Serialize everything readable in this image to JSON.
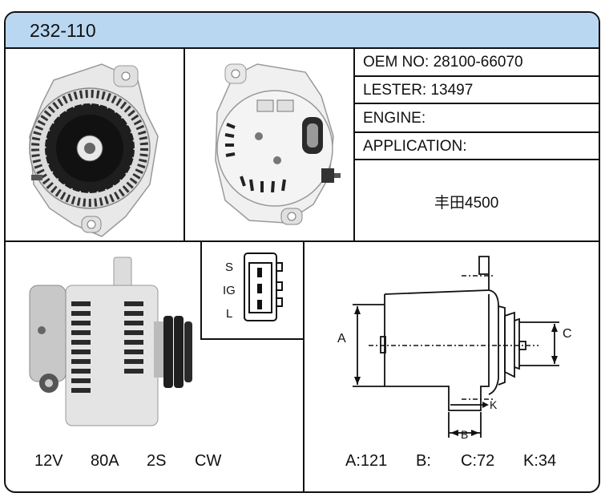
{
  "header": {
    "part_number": "232-110"
  },
  "info": {
    "oem_no": "OEM NO: 28100-66070",
    "lester": "LESTER: 13497",
    "engine": "ENGINE:",
    "application_label": "APPLICATION:",
    "application_value": "丰田4500"
  },
  "connector": {
    "pins": [
      "S",
      "IG",
      "L"
    ]
  },
  "specs": {
    "voltage": "12V",
    "amperage": "80A",
    "pulley_grooves": "2S",
    "rotation": "CW"
  },
  "dimensions": {
    "labels": {
      "a": "A",
      "b": "B",
      "c": "C",
      "k": "K"
    },
    "values": {
      "a": "A:121",
      "b": "B:",
      "c": "C:72",
      "k": "K:34"
    }
  },
  "colors": {
    "header_bg": "#b9d7f0",
    "border": "#111111",
    "metal": "#d8d8d8",
    "dark": "#222222"
  }
}
